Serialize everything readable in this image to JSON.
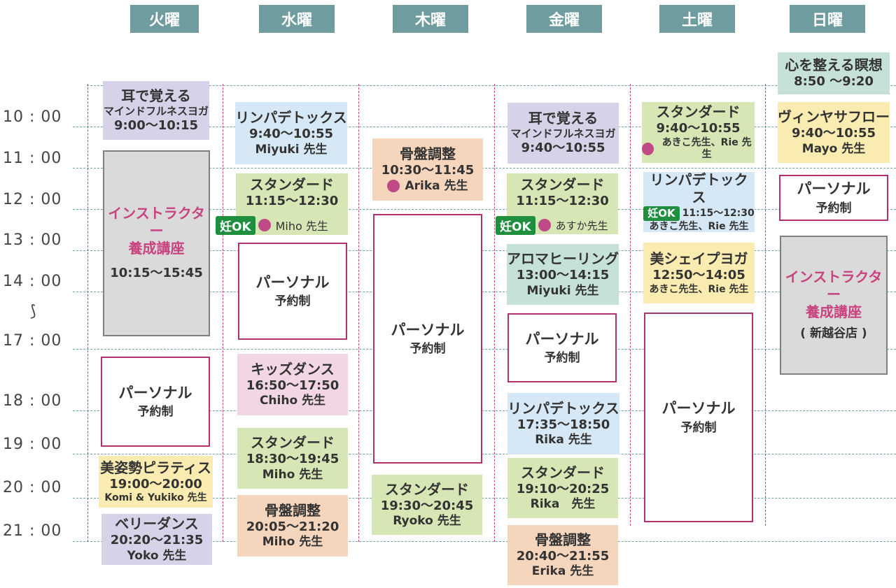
{
  "days": [
    "火曜",
    "水曜",
    "木曜",
    "金曜",
    "土曜",
    "日曜"
  ],
  "times": [
    "10 : 00",
    "11 : 00",
    "12 : 00",
    "13 : 00",
    "14 : 00",
    "17 : 00",
    "18 : 00",
    "19 : 00",
    "20 : 00",
    "21 : 00"
  ],
  "squiggle": "⟆",
  "ok_badge": "妊OK",
  "tue": {
    "c1": {
      "title": "耳で覚える",
      "sub": "マインドフルネスヨガ",
      "time": "9:00〜10:15"
    },
    "c2": {
      "title1": "インストラクター",
      "title2": "養成講座",
      "time": "10:15〜15:45"
    },
    "c3": {
      "title": "パーソナル",
      "sub": "予約制"
    },
    "c4": {
      "title": "美姿勢ピラティス",
      "time": "19:00〜20:00",
      "inst": "Komi & Yukiko 先生"
    },
    "c5": {
      "title": "ベリーダンス",
      "time": "20:20〜21:35",
      "inst": "Yoko 先生"
    }
  },
  "wed": {
    "c1": {
      "title": "リンパデトックス",
      "time": "9:40〜10:55",
      "inst": "Miyuki 先生"
    },
    "c2": {
      "title": "スタンダード",
      "time": "11:15〜12:30",
      "inst": "Miho 先生"
    },
    "c3": {
      "title": "パーソナル",
      "sub": "予約制"
    },
    "c4": {
      "title": "キッズダンス",
      "time": "16:50〜17:50",
      "inst": "Chiho 先生"
    },
    "c5": {
      "title": "スタンダード",
      "time": "18:30〜19:45",
      "inst": "Miho 先生"
    },
    "c6": {
      "title": "骨盤調整",
      "time": "20:05〜21:20",
      "inst": "Miho 先生"
    }
  },
  "thu": {
    "c1": {
      "title": "骨盤調整",
      "time": "10:30〜11:45",
      "inst": "Arika 先生"
    },
    "c2": {
      "title": "パーソナル",
      "sub": "予約制"
    },
    "c3": {
      "title": "スタンダード",
      "time": "19:30〜20:45",
      "inst": "Ryoko 先生"
    }
  },
  "fri": {
    "c1": {
      "title": "耳で覚える",
      "sub": "マインドフルネスヨガ",
      "time": "9:40〜10:55"
    },
    "c2": {
      "title": "スタンダード",
      "time": "11:15〜12:30",
      "inst": "あすか先生"
    },
    "c3": {
      "title": "アロマヒーリング",
      "time": "13:00〜14:15",
      "inst": "Miyuki 先生"
    },
    "c4": {
      "title": "パーソナル",
      "sub": "予約制"
    },
    "c5": {
      "title": "リンパデトックス",
      "time": "17:35〜18:50",
      "inst": "Rika 先生"
    },
    "c6": {
      "title": "スタンダード",
      "time": "19:10〜20:25",
      "inst": "Rika　先生"
    },
    "c7": {
      "title": "骨盤調整",
      "time": "20:40〜21:55",
      "inst": "Erika 先生"
    }
  },
  "sat": {
    "c1": {
      "title": "スタンダード",
      "time": "9:40〜10:55",
      "inst": "あきこ先生、Rie 先生"
    },
    "c2": {
      "title": "リンパデトックス",
      "time": "11:15〜12:30",
      "inst": "あきこ先生、Rie 先生"
    },
    "c3": {
      "title": "美シェイプヨガ",
      "time": "12:50〜14:05",
      "inst": "あきこ先生、Rie 先生"
    },
    "c4": {
      "title": "パーソナル",
      "sub": "予約制"
    }
  },
  "sun": {
    "c1": {
      "title": "心を整える瞑想",
      "time": "8:50 〜9:20"
    },
    "c2": {
      "title": "ヴィンヤサフロー",
      "time": "9:40〜10:55",
      "inst": "Mayo 先生"
    },
    "c3": {
      "title": "パーソナル",
      "sub": "予約制"
    },
    "c4": {
      "title1": "インストラクター",
      "title2": "養成講座",
      "sub": "( 新越谷店 )"
    }
  },
  "colors": {
    "header": "#6e9c9f",
    "accent": "#c8427f",
    "ok_badge": "#1f8f3f",
    "dot": "#c04a86"
  }
}
